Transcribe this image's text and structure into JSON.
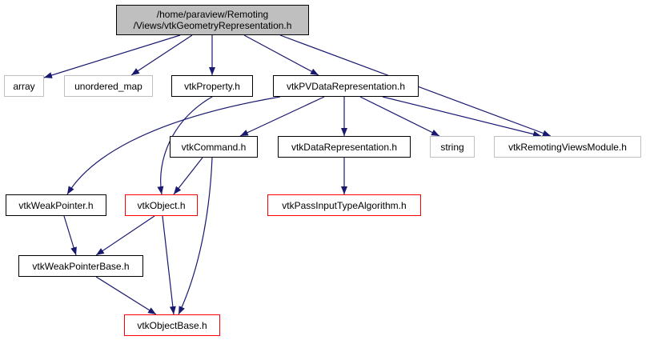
{
  "colors": {
    "edge": "#191970",
    "root_fill": "#bfbfbf",
    "default_border": "#000000",
    "external_border": "#bfbfbf",
    "truncated_border": "#ff0000"
  },
  "nodes": {
    "root": {
      "line1": "/home/paraview/Remoting",
      "line2": "/Views/vtkGeometryRepresentation.h"
    },
    "array": {
      "label": "array"
    },
    "unordered_map": {
      "label": "unordered_map"
    },
    "vtkProperty": {
      "label": "vtkProperty.h"
    },
    "vtkPVDataRepresentation": {
      "label": "vtkPVDataRepresentation.h"
    },
    "vtkCommand": {
      "label": "vtkCommand.h"
    },
    "vtkDataRepresentation": {
      "label": "vtkDataRepresentation.h"
    },
    "string": {
      "label": "string"
    },
    "vtkRemotingViewsModule": {
      "label": "vtkRemotingViewsModule.h"
    },
    "vtkWeakPointer": {
      "label": "vtkWeakPointer.h"
    },
    "vtkObject": {
      "label": "vtkObject.h"
    },
    "vtkPassInputTypeAlgorithm": {
      "label": "vtkPassInputTypeAlgorithm.h"
    },
    "vtkWeakPointerBase": {
      "label": "vtkWeakPointerBase.h"
    },
    "vtkObjectBase": {
      "label": "vtkObjectBase.h"
    }
  }
}
